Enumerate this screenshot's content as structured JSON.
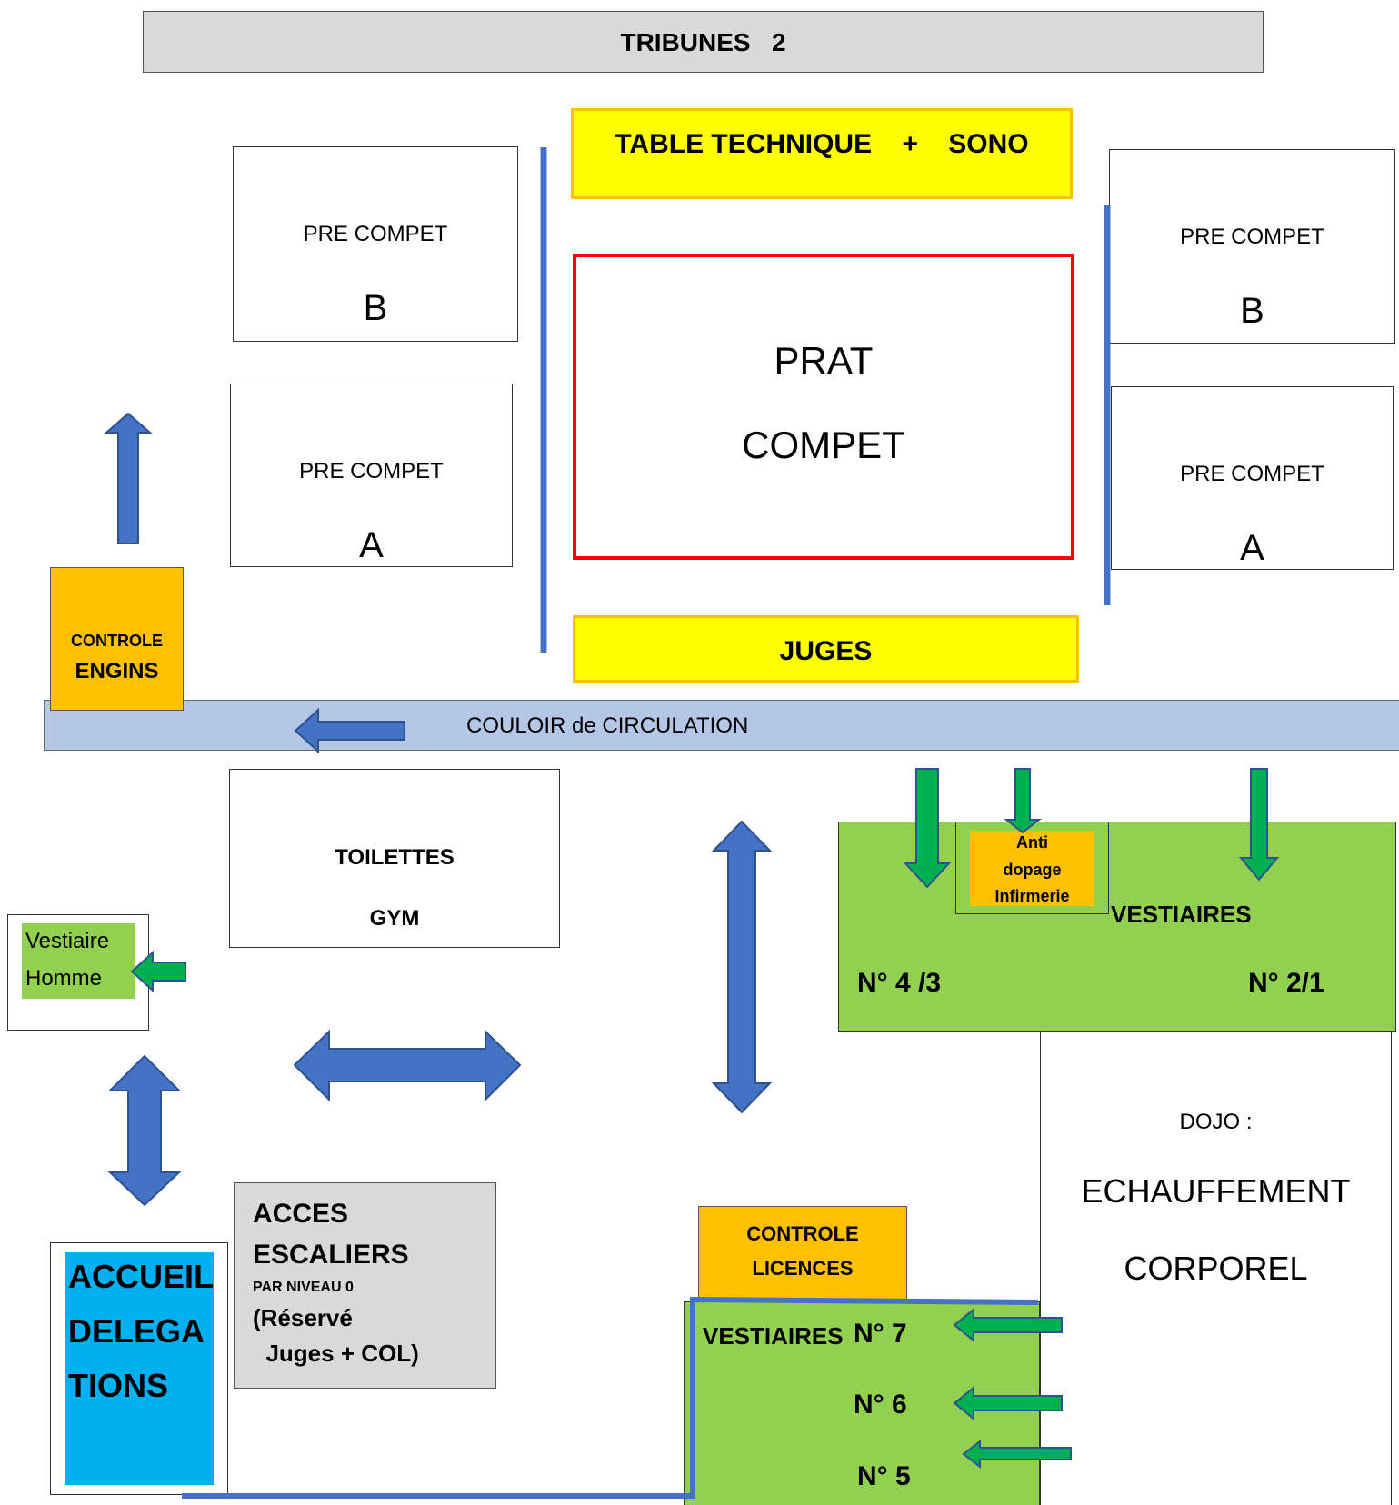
{
  "colors": {
    "yellow": "#FFFF00",
    "orange": "#FFC000",
    "green": "#92D050",
    "blue": "#4472C4",
    "corridor": "#B4C7E7",
    "cyan": "#00B0F0",
    "gray": "#D9D9D9",
    "red": "#FF0000",
    "arrow_green": "#00B050"
  },
  "tribunes": "TRIBUNES   2",
  "table_technique": "TABLE TECHNIQUE    +    SONO",
  "prat_compet": {
    "line1": "PRAT",
    "line2": "COMPET"
  },
  "juges": "JUGES",
  "pre_compet": {
    "label": "PRE COMPET",
    "left_b": "B",
    "left_a": "A",
    "right_b": "B",
    "right_a": "A"
  },
  "controle_engins": {
    "line1": "CONTROLE",
    "line2": "ENGINS"
  },
  "couloir": "COULOIR de CIRCULATION",
  "toilettes": {
    "line1": "TOILETTES",
    "line2": "GYM"
  },
  "vestiaire_homme": {
    "line1": "Vestiaire",
    "line2": "Homme"
  },
  "anti_dopage": {
    "line1": "Anti",
    "line2": "dopage",
    "line3": "Infirmerie"
  },
  "vestiaires_top": {
    "title": "VESTIAIRES",
    "left": "N° 4 /3",
    "right": "N° 2/1"
  },
  "dojo": {
    "label": "DOJO :",
    "line1": "ECHAUFFEMENT",
    "line2": "CORPOREL"
  },
  "acces": {
    "line1": "ACCES",
    "line2": "ESCALIERS",
    "line3": "PAR NIVEAU 0",
    "line4": "(Réservé",
    "line5": "  Juges + COL)"
  },
  "accueil": {
    "line1": "ACCUEIL",
    "line2": "DELEGA",
    "line3": "TIONS"
  },
  "controle_licences": {
    "line1": "CONTROLE",
    "line2": "LICENCES"
  },
  "vestiaires_bottom": {
    "title": "VESTIAIRES",
    "n7": "N° 7",
    "n6": "N° 6",
    "n5": "N° 5"
  }
}
